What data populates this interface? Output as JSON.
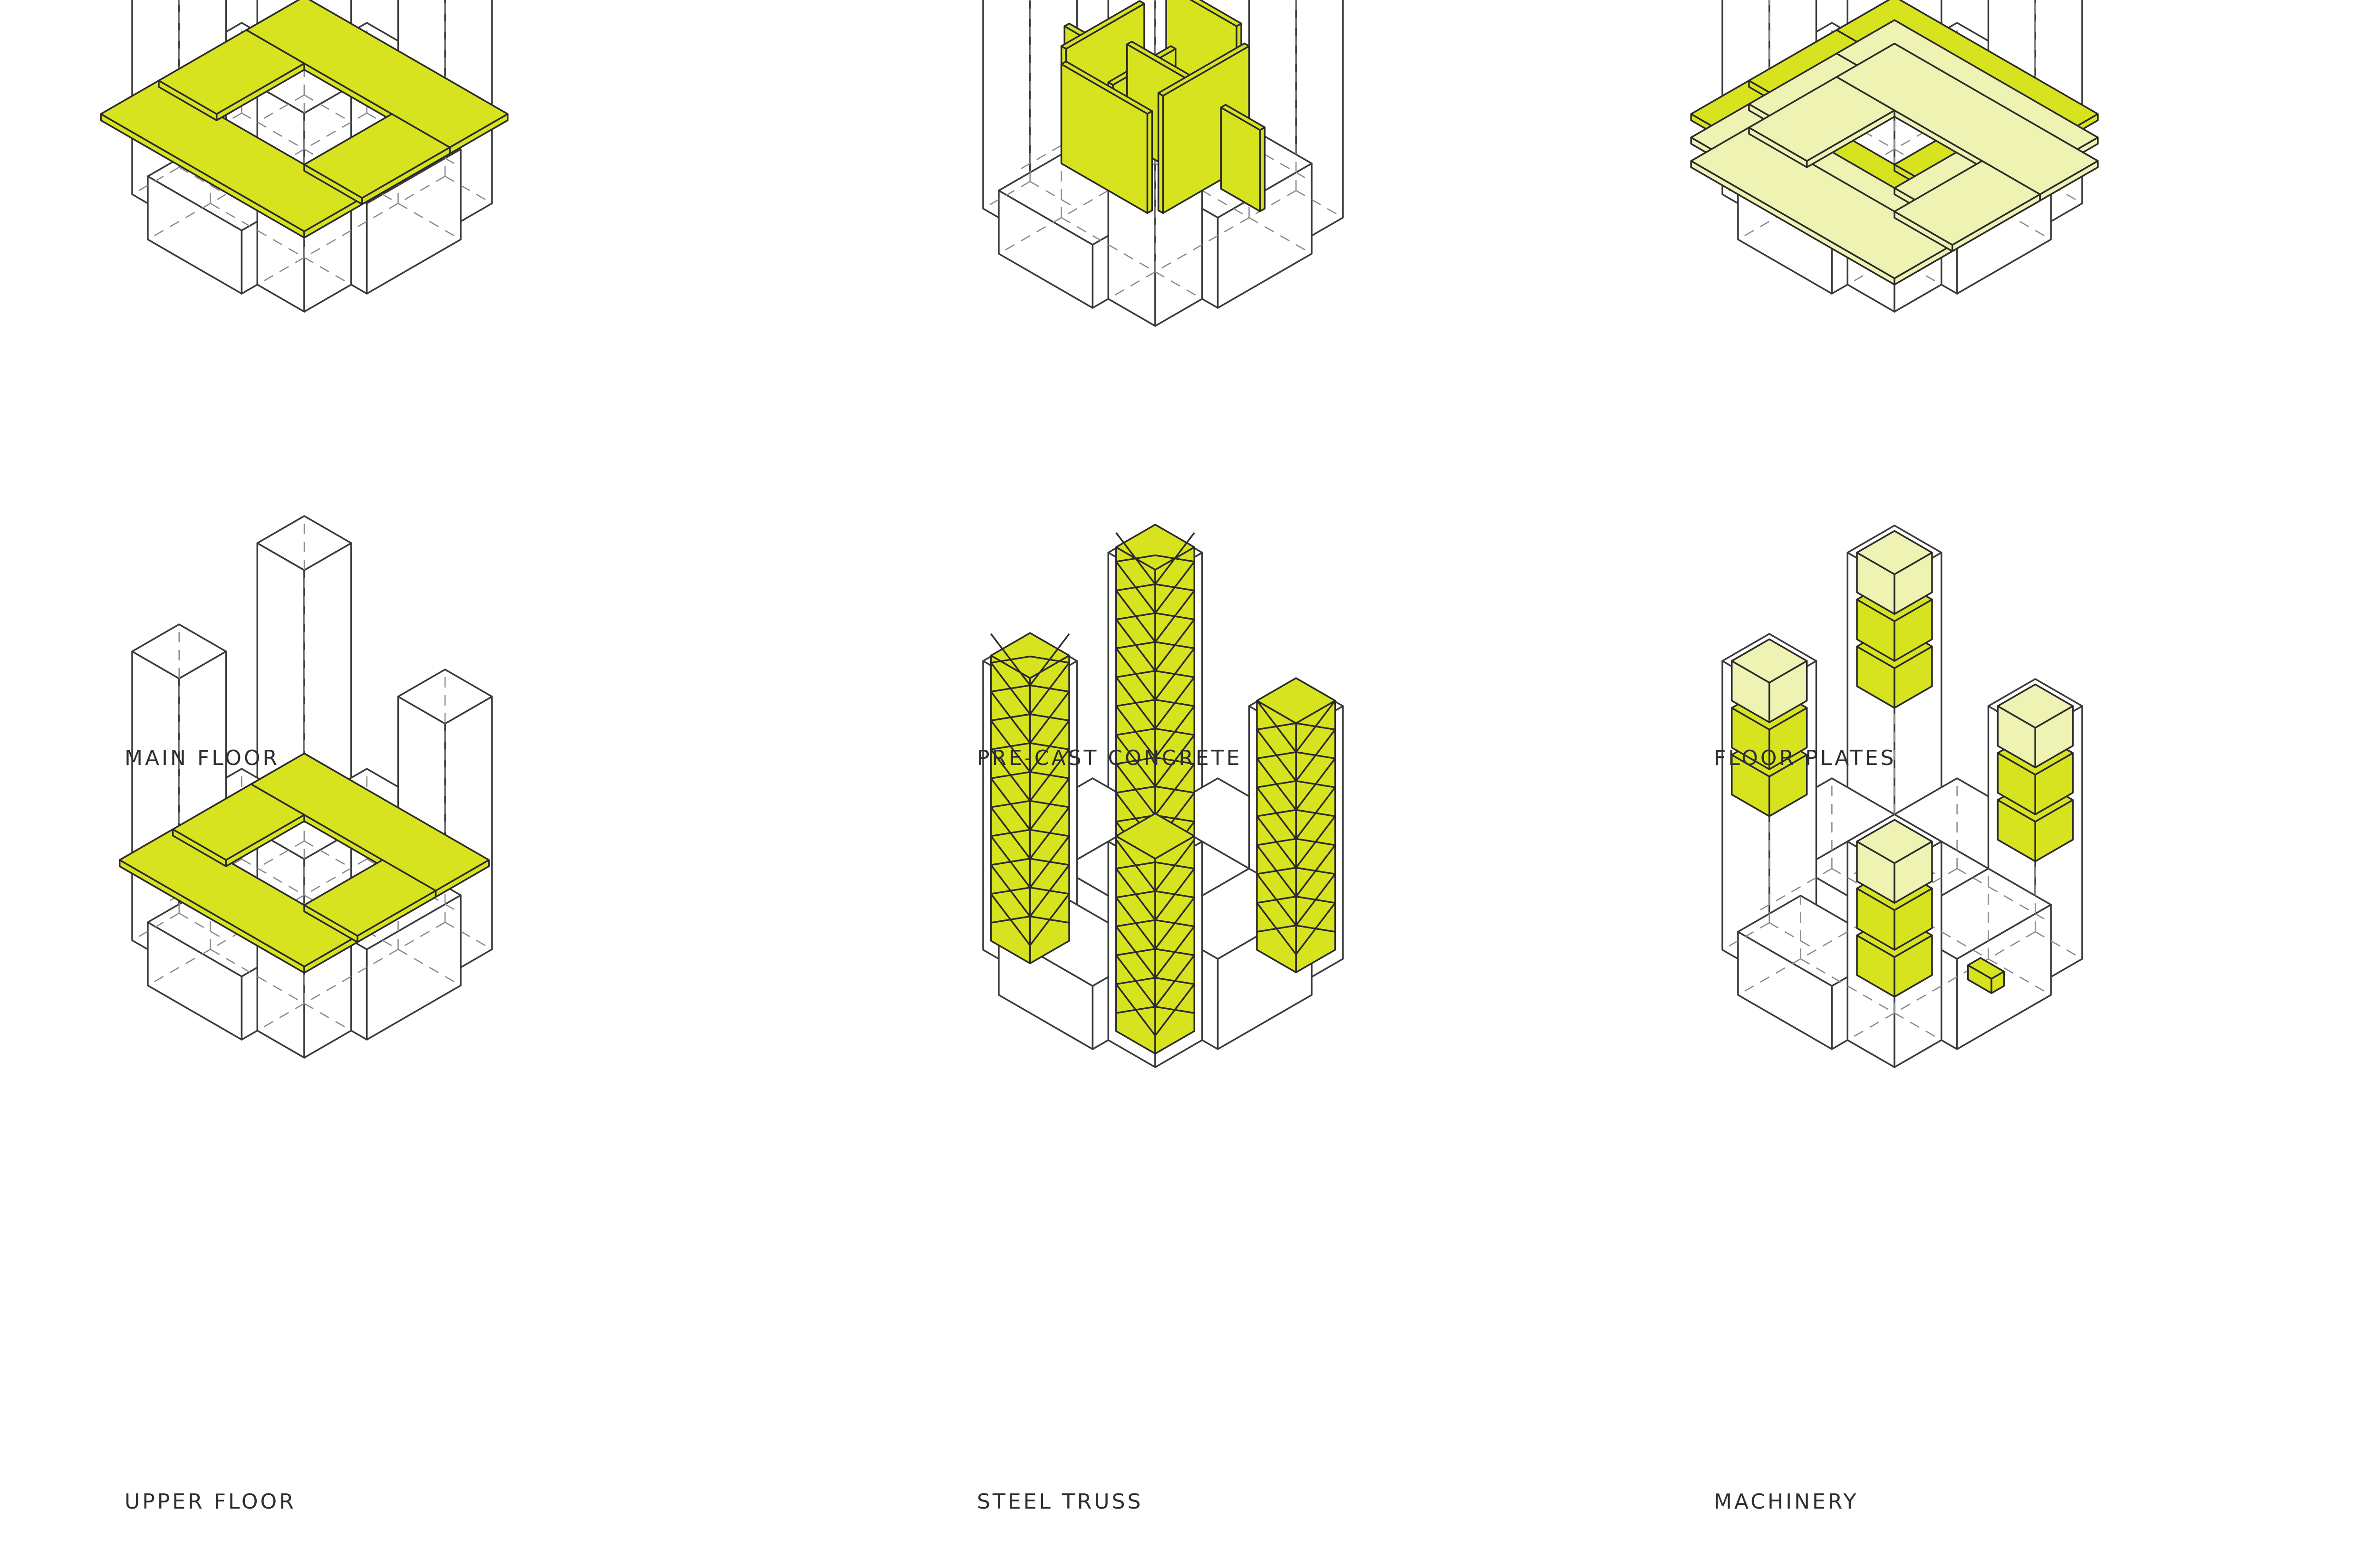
{
  "colors": {
    "accent": "#d8e31f",
    "accent_pale": "#eef3b4",
    "line": "#3a3a3a",
    "hidden_line": "#8a8a8a",
    "background": "#ffffff"
  },
  "panels": [
    {
      "id": "main-floor",
      "caption": "MAIN FLOOR",
      "kind": "slab-ring",
      "levels": 1
    },
    {
      "id": "pre-cast-concrete",
      "caption": "PRE-CAST CONCRETE",
      "kind": "walls"
    },
    {
      "id": "floor-plates",
      "caption": "FLOOR PLATES",
      "kind": "slab-ring",
      "levels": 3
    },
    {
      "id": "upper-floor",
      "caption": "UPPER FLOOR",
      "kind": "slab-ring-narrow",
      "levels": 1
    },
    {
      "id": "steel-truss",
      "caption": "STEEL TRUSS",
      "kind": "truss"
    },
    {
      "id": "machinery",
      "caption": "MACHINERY",
      "kind": "boxes"
    }
  ]
}
